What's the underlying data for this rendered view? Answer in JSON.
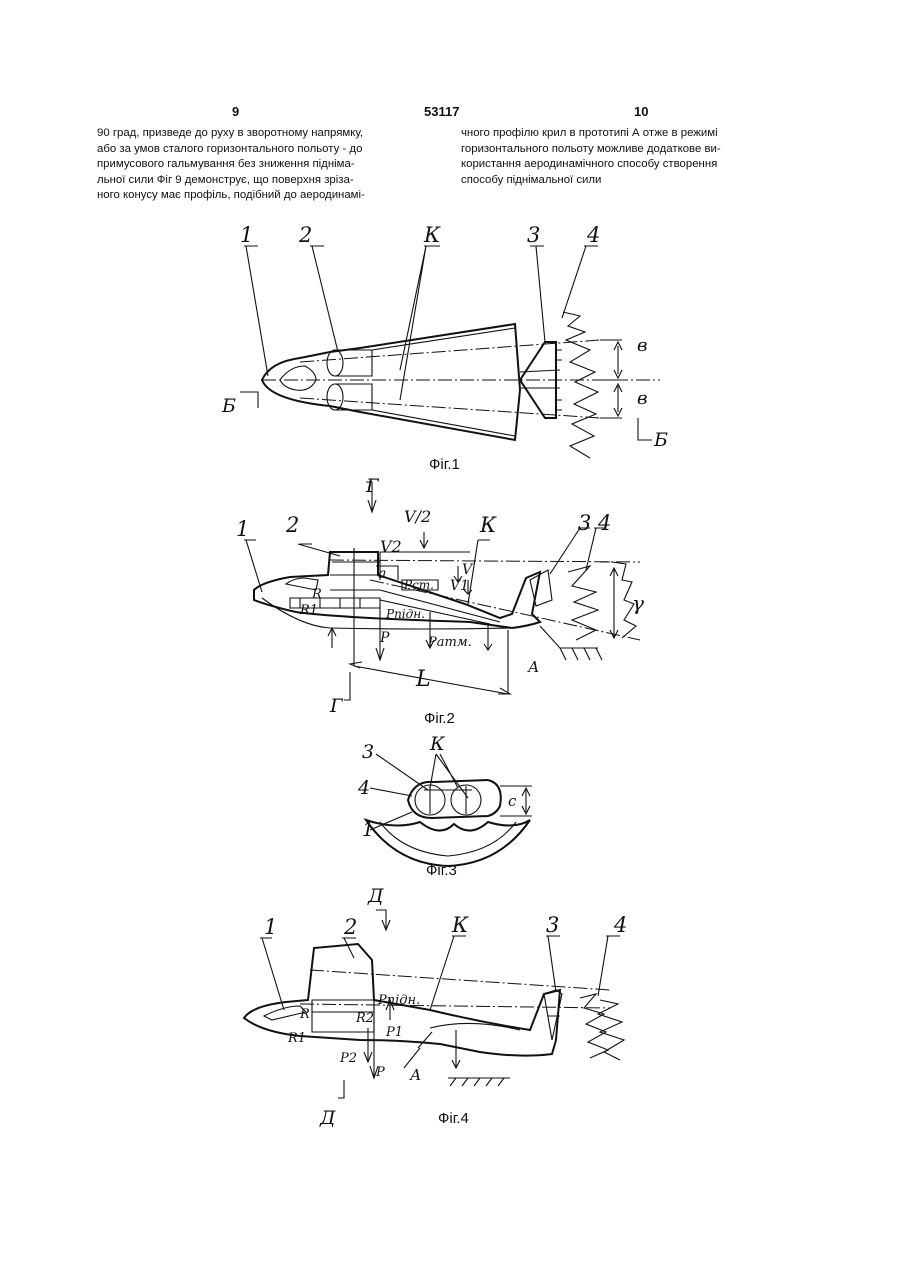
{
  "header": {
    "page_left": "9",
    "patent_number": "53117",
    "page_right": "10"
  },
  "left_column": [
    "90 град, призведе до руху в зворотному напрямку,",
    "або за умов сталого горизонтального польоту - до",
    "примусового гальмування без зниження піднiма-",
    "льної сили  Фіг 9 демонструє, що поверхня зрiза-",
    "ного конусу має профiль, подiбний до аеродинамi-"
  ],
  "right_column": [
    "чного профiлю крил в прототипі  А отже в режимі",
    "горизонтального польоту можливе додаткове ви-",
    "користання аеродинамiчного способу створення",
    "способу пiднiмальної сили"
  ],
  "figures": {
    "fig1": {
      "caption": "Фіг.1",
      "labels": {
        "l1": "1",
        "l2": "2",
        "lk": "К",
        "l3": "3",
        "l4": "4",
        "lb1": "в",
        "lb2": "в",
        "sec_left": "Б",
        "sec_right": "Б"
      }
    },
    "fig2": {
      "caption": "Фіг.2",
      "labels": {
        "l1": "1",
        "l2": "2",
        "lk": "К",
        "l3": "3",
        "l4": "4",
        "g1": "Г",
        "g2": "Г",
        "v2": "V2",
        "v": "V",
        "v1": "V1",
        "v12": "V/2",
        "gamma": "γ",
        "a": "а",
        "pst": "Pст.",
        "ppid": "Pпідн.",
        "p": "P",
        "patm": "Pатм.",
        "r1": "R1",
        "r": "R",
        "l": "L",
        "ap": "А"
      }
    },
    "fig3": {
      "caption": "Фіг.3",
      "labels": {
        "l3": "3",
        "l4": "4",
        "lk": "К",
        "l1": "1",
        "c": "с"
      }
    },
    "fig4": {
      "caption": "Фіг.4",
      "labels": {
        "l1": "1",
        "l2": "2",
        "lk": "К",
        "l3": "3",
        "l4": "4",
        "d1": "Д",
        "d2": "Д",
        "ppid": "Pпідн.",
        "r2": "R2",
        "r": "R",
        "r1": "R1",
        "p1": "P1",
        "p2": "P2",
        "p": "P",
        "ap": "А"
      }
    }
  }
}
